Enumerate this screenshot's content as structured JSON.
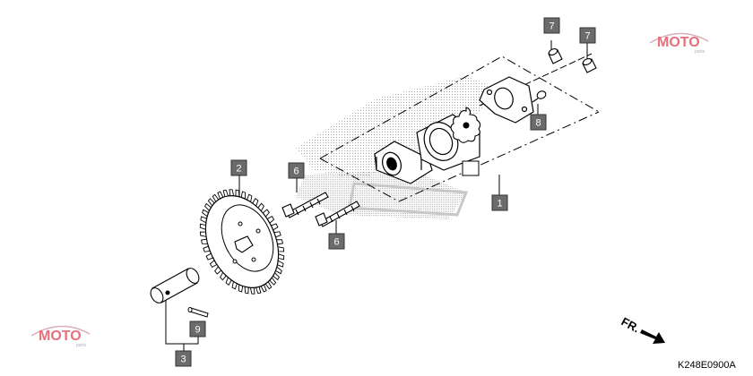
{
  "diagram": {
    "callouts": {
      "c1": "1",
      "c2": "2",
      "c3": "3",
      "c6a": "6",
      "c6b": "6",
      "c7a": "7",
      "c7b": "7",
      "c8": "8",
      "c9": "9"
    },
    "drawing_code": "K248E0900A",
    "front_arrow_label": "FR.",
    "watermark_top": "MOTO",
    "watermark_bottom": "MOTO",
    "watermark_sub": "parts"
  },
  "colors": {
    "callout_fill": "#6b6b6b",
    "watermark": "#e8707a",
    "linework": "#000000"
  }
}
